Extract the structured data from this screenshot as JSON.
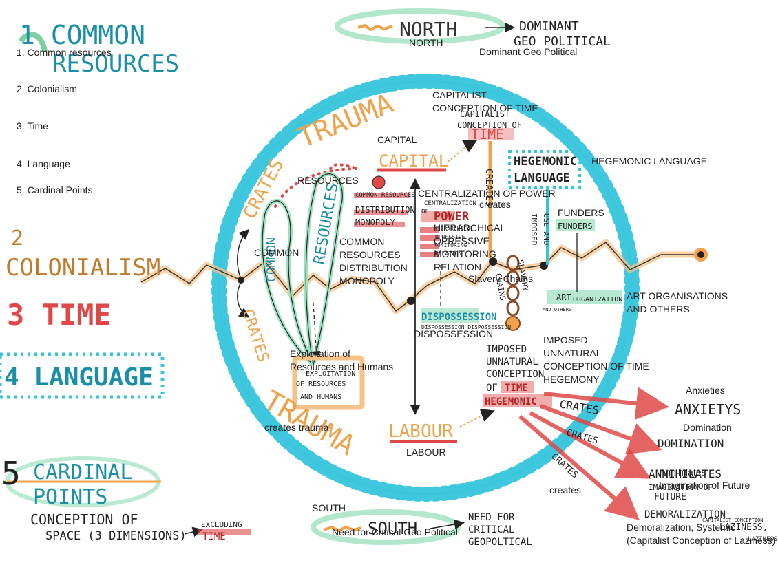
{
  "colors": {
    "cyan": "#35c4dc",
    "orange": "#f0a24a",
    "red": "#e04848",
    "green": "#7fd0a0",
    "ink": "#222222"
  },
  "legend": {
    "items": [
      "1. Common resources",
      "2. Colonialism",
      "3. Time",
      "4. Language",
      "5. Cardinal Points"
    ]
  },
  "headings": {
    "common": "1 COMMON",
    "resources": "RESOURCES",
    "colonialism_num": "2",
    "colonialism": "COLONIALISM",
    "time": "3 TIME",
    "language": "4 LANGUAGE",
    "cardinal_num": "5",
    "cardinal": "CARDINAL",
    "points": "POINTS",
    "conception_of": "CONCEPTION OF",
    "space": "SPACE (3 DIMENSIONS)",
    "excluding": "EXCLUDING",
    "excluding_time": "TIME"
  },
  "hand": {
    "north": "NORTH",
    "dominant_1": "DOMINANT",
    "dominant_2": "GEO POLITICAL",
    "south": "SOUTH",
    "need_1": "NEED FOR",
    "need_2": "CRITICAL",
    "need_3": "GEOPOLTICAL",
    "trauma_top": "TRAUMA",
    "crates_top": "CRATES",
    "crates_bottom": "CRATES",
    "trauma_bottom": "TRAUMA",
    "capital": "CAPITAL",
    "labour": "LABOUR",
    "capitalist_1": "CAPITALIST",
    "capitalist_2": "CONCEPTION OF",
    "capitalist_time": "TIME",
    "hegemonic_1": "HEGEMONIC",
    "hegemonic_2": "LANGUAGE",
    "common_leaf": "COMMON",
    "resources_leaf": "RESOURCES",
    "crm_1": "COMMON RESOURCES",
    "crm_2": "DISTRIBUTION",
    "crm_3": "MONOPOLY",
    "centralization_1": "CENTRALIZATION",
    "centralization_2": "OF",
    "power": "POWER",
    "hier_1": "HIERARCHICAL",
    "hier_2": "OPRESSIVE",
    "hier_3": "MONITORING",
    "hier_4": "RELATION",
    "dispossession": "DISPOSSESSION",
    "dispossession_small": "DISPOSSESSION DISPOSSESSION",
    "creates_vert": "CREATES",
    "slavery": "SLAVERY",
    "chains": "CHAINS",
    "use_and": "USE AND",
    "imposed_v": "IMPOSED",
    "funders": "FUNDERS",
    "art": "ART",
    "organization": "ORGANIZATION",
    "and_others": "AND OTHERS",
    "exploit_1": "EXPLOITATION",
    "exploit_2": "OF RESOURCES",
    "exploit_3": "AND HUMANS",
    "imposed_1": "IMPOSED",
    "imposed_2": "UNNATURAL",
    "imposed_3": "CONCEPTION",
    "imposed_4": "OF",
    "imposed_time": "TIME",
    "hegemonic_word": "HEGEMONIC",
    "crates_a": "CRATES",
    "crates_b": "CRATES",
    "crates_c": "CRATES",
    "anxietys": "ANXIETYS",
    "domination": "DOMINATION",
    "annihilates": "ANNIHILATES",
    "imagination_of": "IMAGINATION OF",
    "future": "FUTURE",
    "demoralization": "DEMORALIZATION",
    "laziness": "LAZINESS,",
    "capitalist_small": "CAPITALIST CONCEPTION",
    "laziness_small": "LAZINESS"
  },
  "labels": {
    "north": "NORTH",
    "dominant": "Dominant Geo Political",
    "capitalist": "CAPITALIST\nCONCEPTION OF TIME",
    "hegemonic_language": "HEGEMONIC LANGUAGE",
    "capital": "CAPITAL",
    "resources": "RESOURCES",
    "centralization": "CENTRALIZATION OF POWER",
    "creates": "creates",
    "hierarchical": "HIERARCHICAL\nOPRESSIVE\nMONITORING\nRELATION",
    "funders": "FUNDERS",
    "common": "COMMON",
    "crm": "COMMON RESOURCES\nDISTRIBUTION\nMONOPOLY",
    "slavery_chains": "Slavery Chains",
    "art_org": "ART ORGANISATIONS\nAND OTHERS",
    "dispossession": "DISPOSSESSION",
    "exploitation": "Exploitation of\nResources and Humans",
    "imposed": "IMPOSED\nUNNATURAL\nCONCEPTION OF TIME\nHEGEMONY",
    "anxieties": "Anxieties",
    "domination": "Domination",
    "creates_trauma": "creates trauma",
    "labour": "LABOUR",
    "annihilates": "Annihilates\nImagination of Future",
    "creates2": "creates",
    "south": "SOUTH",
    "need": "Need for Critical Geo Political",
    "demoralization": "Demoralization, Systemic\n(Capitalist Conception of Laziness)"
  }
}
